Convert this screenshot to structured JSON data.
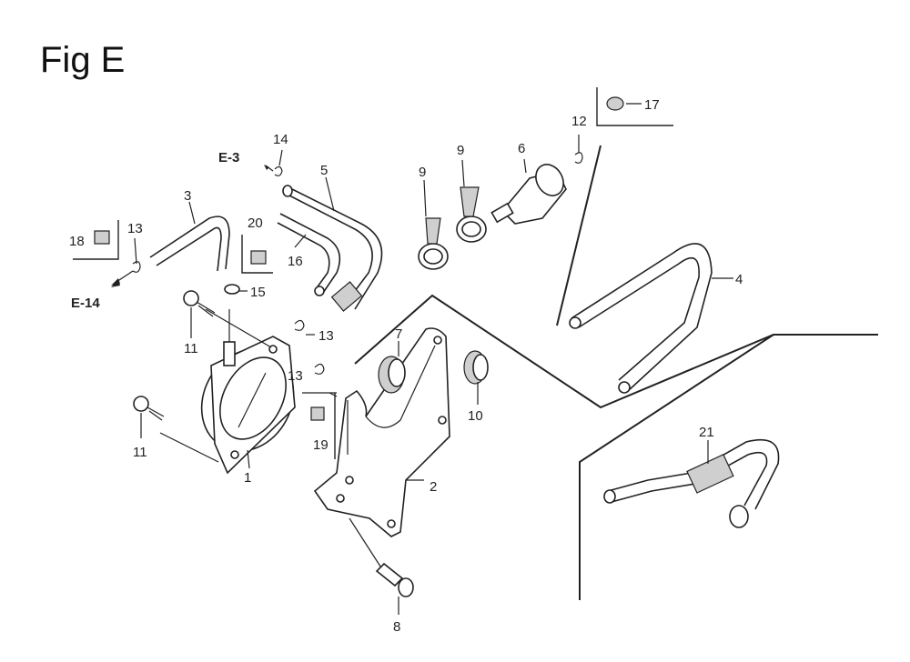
{
  "title": "Fig E",
  "refs": {
    "e3": "E-3",
    "e14": "E-14"
  },
  "callouts": {
    "p1": "1",
    "p2": "2",
    "p3": "3",
    "p4": "4",
    "p5": "5",
    "p6": "6",
    "p7": "7",
    "p8": "8",
    "p9a": "9",
    "p9b": "9",
    "p10": "10",
    "p11a": "11",
    "p11b": "11",
    "p12": "12",
    "p13a": "13",
    "p13b": "13",
    "p13c": "13",
    "p14": "14",
    "p15": "15",
    "p16": "16",
    "p17": "17",
    "p18": "18",
    "p19": "19",
    "p20": "20",
    "p21": "21"
  }
}
